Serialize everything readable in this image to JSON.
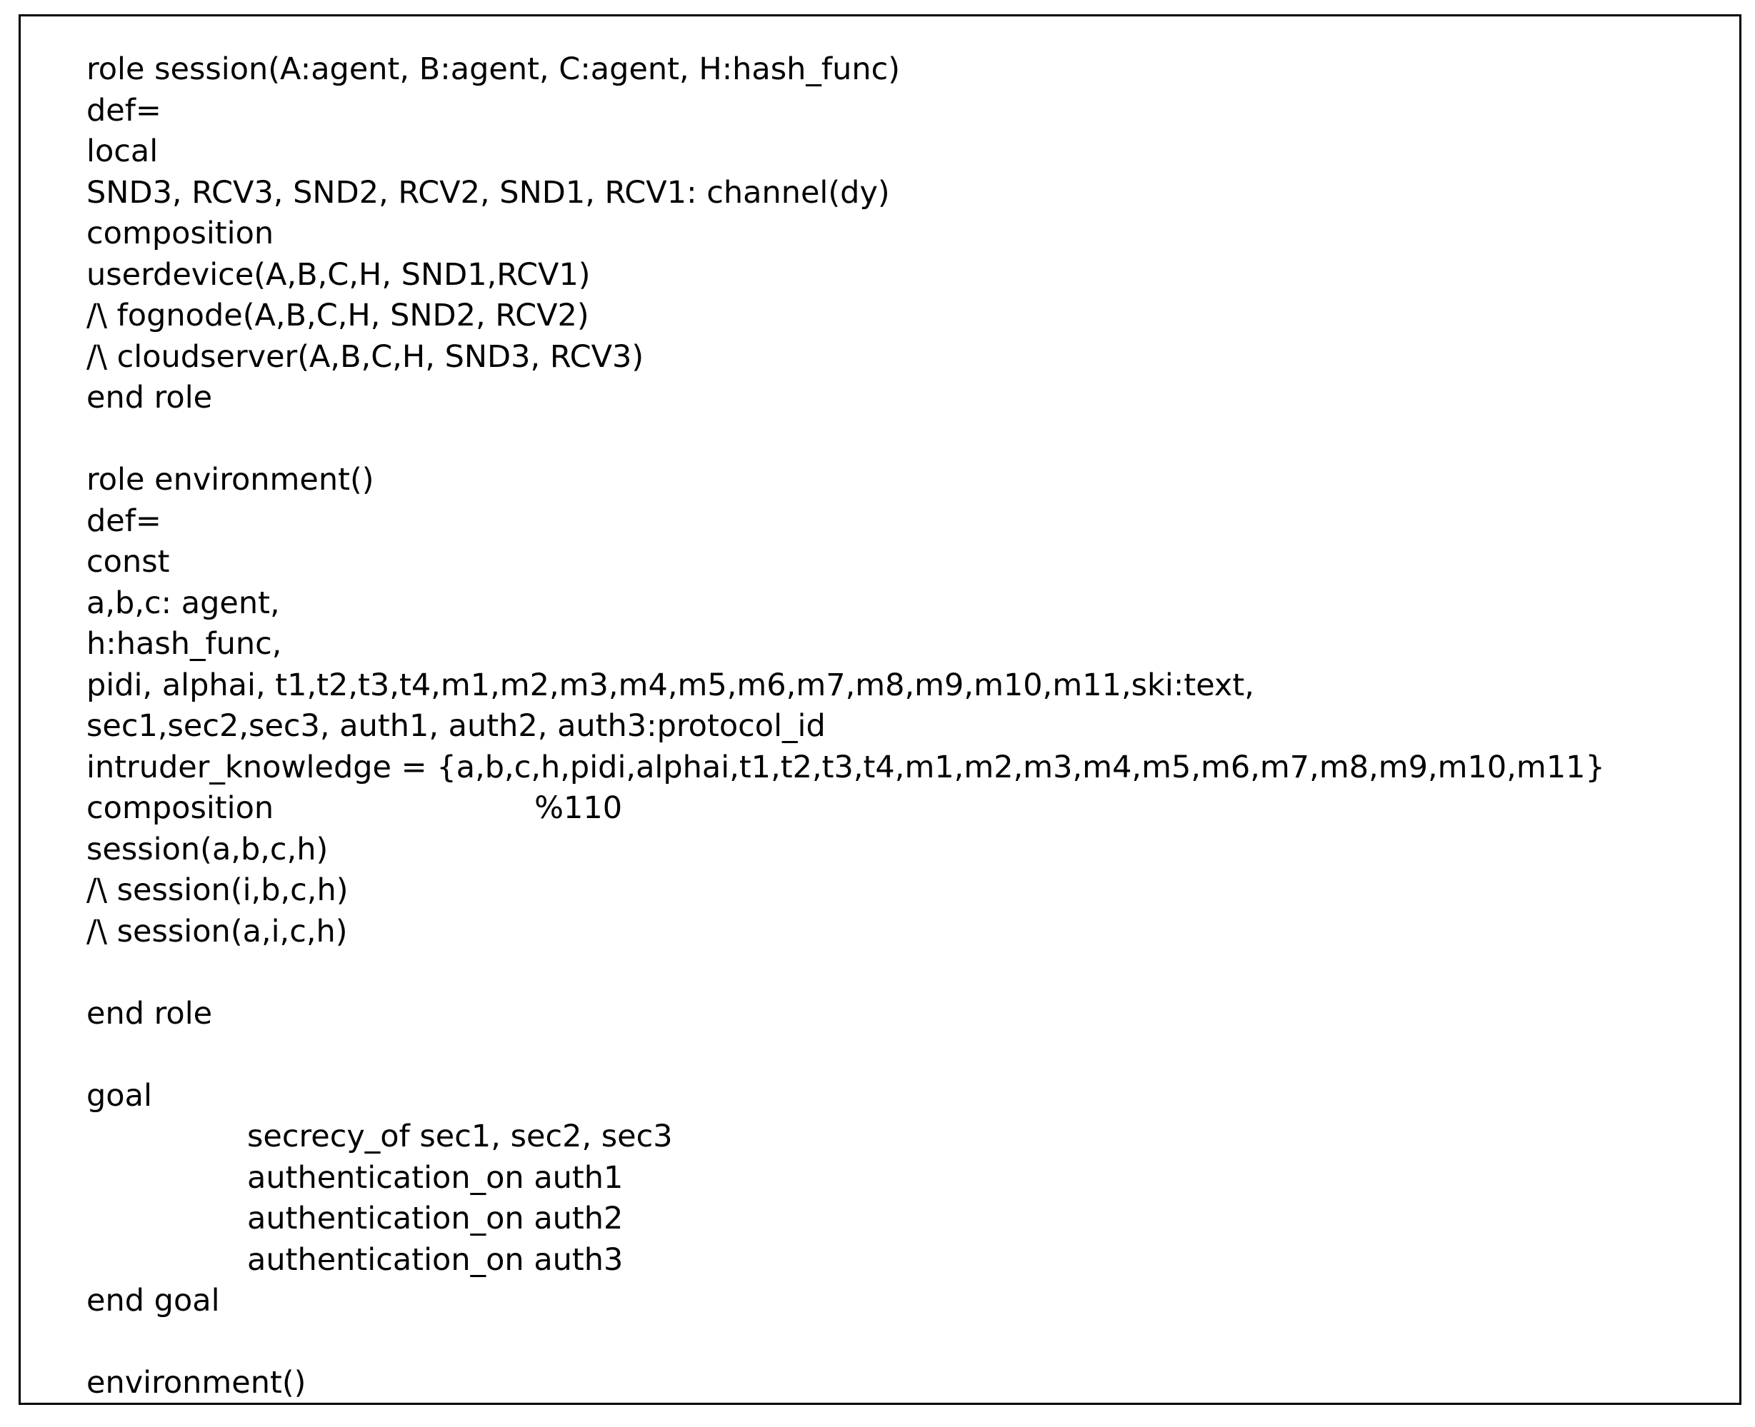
{
  "session": {
    "header": "role session(A:agent, B:agent, C:agent, H:hash_func)",
    "def": "def=",
    "local": "local",
    "channels": "SND3, RCV3, SND2, RCV2, SND1, RCV1: channel(dy)",
    "composition": "composition",
    "comp1": "userdevice(A,B,C,H, SND1,RCV1)",
    "comp2": "/\\ fognode(A,B,C,H, SND2, RCV2)",
    "comp3": "/\\ cloudserver(A,B,C,H, SND3, RCV3)",
    "end": "end role"
  },
  "environment": {
    "header": "role environment()",
    "def": "def=",
    "const": "const",
    "agents": "a,b,c: agent,",
    "hash": "h:hash_func,",
    "texts": "pidi, alphai, t1,t2,t3,t4,m1,m2,m3,m4,m5,m6,m7,m8,m9,m10,m11,ski:text,",
    "protocols": "sec1,sec2,sec3, auth1, auth2, auth3:protocol_id",
    "intruder": "intruder_knowledge = {a,b,c,h,pidi,alphai,t1,t2,t3,t4,m1,m2,m3,m4,m5,m6,m7,m8,m9,m10,m11}",
    "composition": "composition",
    "comment": "%110",
    "comp1": "session(a,b,c,h)",
    "comp2": "/\\ session(i,b,c,h)",
    "comp3": "/\\ session(a,i,c,h)",
    "end": "end role"
  },
  "goal": {
    "header": "goal",
    "g1": "secrecy_of sec1, sec2, sec3",
    "g2": "authentication_on auth1",
    "g3": "authentication_on auth2",
    "g4": "authentication_on auth3",
    "end": "end goal"
  },
  "footer": {
    "call": "environment()"
  }
}
